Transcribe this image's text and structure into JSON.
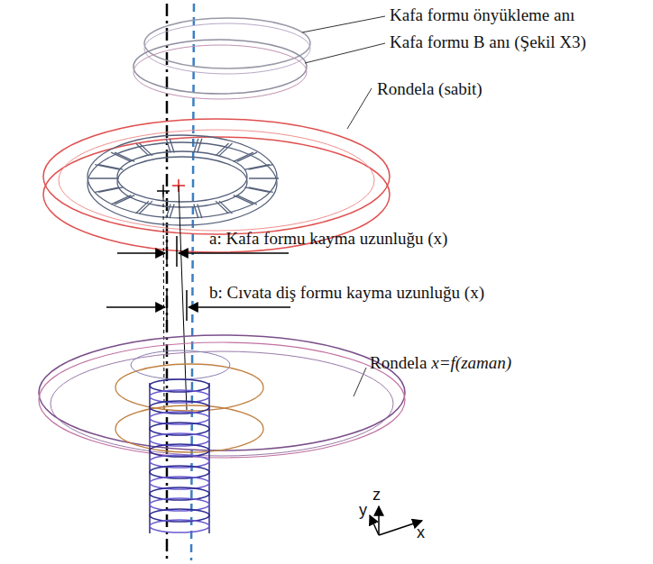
{
  "diagram": {
    "labels": [
      "Kafa formu önyükleme anı",
      "Kafa formu B anı (Şekil X3)",
      "Rondela (sabit)",
      "a: Kafa formu kayma uzunluğu (x)",
      "b: Cıvata diş formu kayma uzunluğu (x)",
      "Rondela",
      "x=f(zaman)",
      "y",
      "z",
      "x"
    ]
  }
}
